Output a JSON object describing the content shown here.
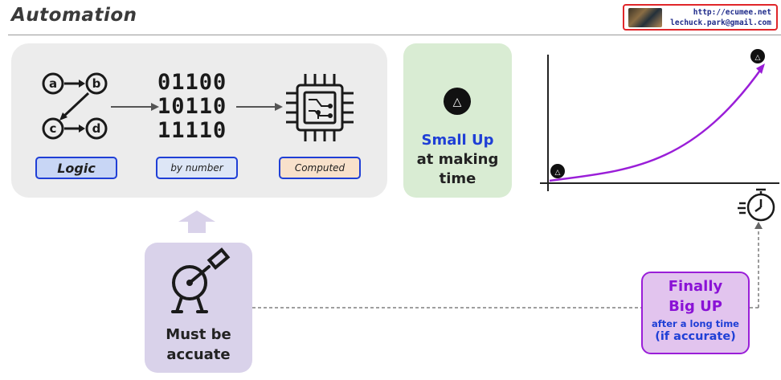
{
  "header": {
    "title": "Automation",
    "credit_url": "http://ecumee.net",
    "credit_email": "lechuck.park@gmail.com"
  },
  "process": {
    "logic_label": "Logic",
    "number_label": "by number",
    "computed_label": "Computed",
    "binary": [
      "01100",
      "10110",
      "11110"
    ],
    "logic_letters": [
      "a",
      "b",
      "c",
      "d"
    ]
  },
  "small_up": {
    "line1": "Small Up",
    "line2": "at making",
    "line3": "time",
    "symbol": "△"
  },
  "accurate": {
    "line1": "Must be",
    "line2": "accuate"
  },
  "finally": {
    "line1": "Finally",
    "line2": "Big UP",
    "line3": "after a long time",
    "line4": "(if accurate)"
  },
  "graph": {
    "marker_symbol": "△",
    "curve_color": "#9a1ed8"
  },
  "colors": {
    "blue_accent": "#1f3fd6",
    "purple_accent": "#8a12d6",
    "red_frame": "#e0262a"
  },
  "icons": [
    "logic-flow-icon",
    "cpu-chip-icon",
    "telescope-icon",
    "stopwatch-icon",
    "up-arrow-icon"
  ]
}
